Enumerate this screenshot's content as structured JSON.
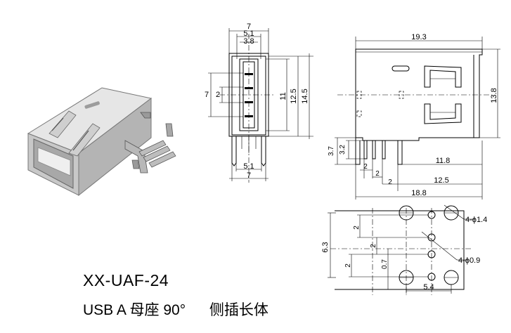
{
  "part_number": "XX-UAF-24",
  "description": {
    "product": "USB A 母座 90°",
    "mount": "侧插长体"
  },
  "front_view": {
    "top_dims": [
      "7",
      "5.1",
      "3.8"
    ],
    "left_dims": [
      "7",
      "2"
    ],
    "right_dims": [
      "11",
      "12.5",
      "14.5"
    ],
    "bottom_dims": [
      "5.1",
      "7"
    ]
  },
  "side_view": {
    "length": "19.3",
    "height": "13.8",
    "pin_dims": [
      "3.7",
      "3.2",
      "2",
      "2",
      "2"
    ],
    "offset_dims": [
      "11.8",
      "12.5",
      "18.8"
    ]
  },
  "pcb_layout": {
    "height": "6.3",
    "pitch_dims": [
      "2",
      "2",
      "2",
      "0.7"
    ],
    "width": "5.4",
    "large_holes": "4-ϕ1.4",
    "small_holes": "4-ϕ0.9"
  },
  "colors": {
    "line": "#000000",
    "housing_light": "#d9d9d9",
    "housing_mid": "#bdbdbd",
    "housing_dark": "#8e8e8e"
  }
}
